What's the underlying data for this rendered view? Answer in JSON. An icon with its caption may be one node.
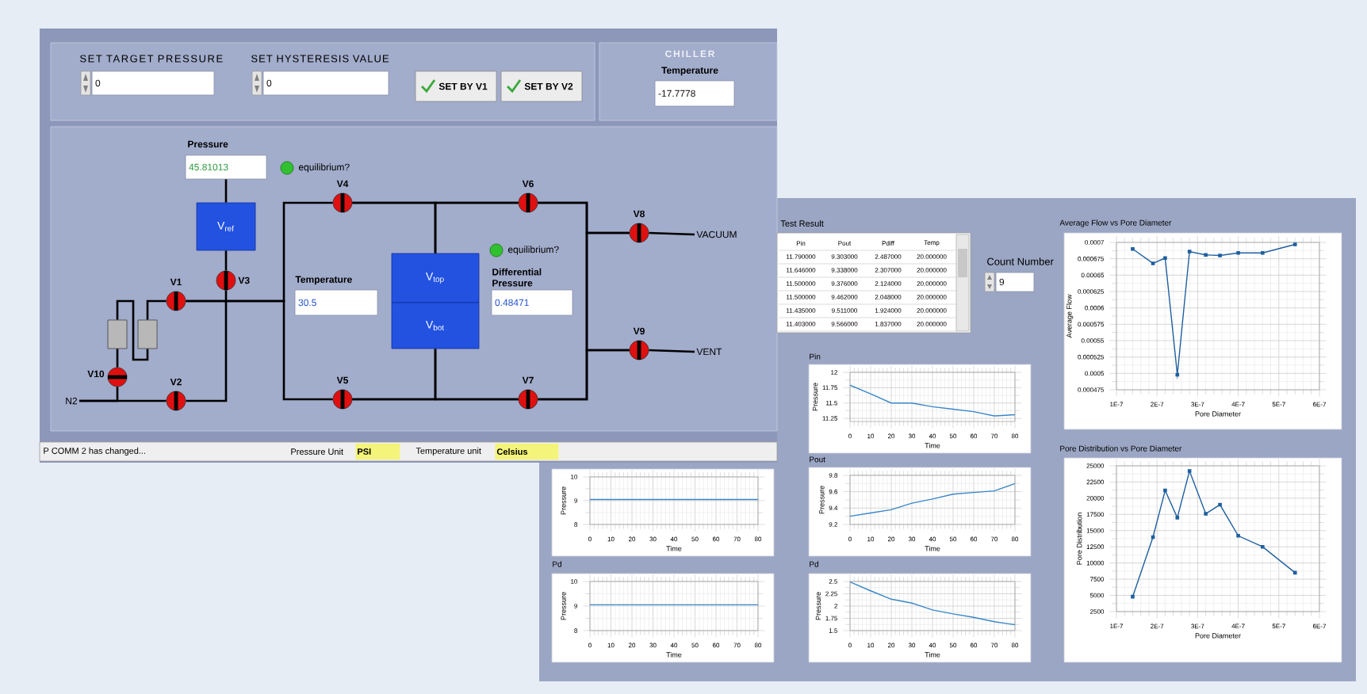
{
  "diagram": {
    "nodes": [
      {
        "text": [
          "SET TARGET PRESSURE",
          "0"
        ]
      },
      {
        "text": [
          "SET HYSTERESIS VALUE",
          "0"
        ]
      },
      {
        "text": [
          "SET BY V1"
        ]
      },
      {
        "text": [
          "SET BY V2"
        ]
      },
      {
        "text": [
          "CHILLER"
        ]
      },
      {
        "text": [
          "Temperature",
          "-17.7778"
        ],
        "in": 4
      },
      {
        "text": [
          "Pressure",
          "45.81013"
        ]
      },
      {
        "text": [
          "V$_{ref}$"
        ]
      },
      {
        "text": [],
        "shape": "circle",
        "beside": [
          "V1"
        ]
      },
      {
        "text": [],
        "shape": "circle",
        "beside": [
          "V2"
        ]
      },
      {
        "text": [],
        "shape": "circle",
        "beside": [
          "V3"
        ]
      },
      {
        "text": [],
        "shape": "circle",
        "beside": [
          "V4"
        ]
      },
      {
        "text": [],
        "shape": "circle",
        "beside": [
          "V5"
        ]
      },
      {
        "text": [],
        "shape": "circle",
        "beside": [
          "V6"
        ]
      },
      {
        "text": [],
        "shape": "circle",
        "beside": [
          "V7"
        ]
      },
      {
        "text": [],
        "shape": "circle",
        "beside": [
          "V8"
        ]
      },
      {
        "text": [],
        "shape": "circle",
        "beside": [
          "V9"
        ]
      },
      {
        "text": [],
        "shape": "circle",
        "beside": [
          "V10"
        ]
      },
      {
        "text": [
          "Temperature",
          "30.5"
        ]
      },
      {
        "text": [
          "V$_{top}$"
        ]
      },
      {
        "text": [
          "V$_{bot}$"
        ]
      },
      {
        "text": [
          "Differential Pressure",
          "0.48471"
        ]
      },
      {
        "text": [
          "VACUUM"
        ]
      },
      {
        "text": [
          "VENT"
        ]
      },
      {
        "text": [
          "N2"
        ]
      },
      {
        "text": [],
        "shape": "box"
      },
      {
        "text": [],
        "shape": "box"
      },
      {
        "text": [
          "Count Number",
          "9"
        ]
      }
    ],
    "edges": [
      {
        "from": 6,
        "to": 7,
        "arrow": "none"
      },
      {
        "from": 7,
        "to": 10,
        "arrow": "none"
      },
      {
        "from": 10,
        "to": 9,
        "arrow": "none"
      },
      {
        "from": 8,
        "to": 11,
        "arrow": "none"
      },
      {
        "from": 8,
        "to": 12,
        "arrow": "none"
      },
      {
        "from": 11,
        "to": 13,
        "arrow": "none"
      },
      {
        "from": 11,
        "to": 19,
        "arrow": "none"
      },
      {
        "from": 13,
        "to": 19,
        "arrow": "none"
      },
      {
        "from": 12,
        "to": 14,
        "arrow": "none"
      },
      {
        "from": 12,
        "to": 20,
        "arrow": "none"
      },
      {
        "from": 14,
        "to": 20,
        "arrow": "none"
      },
      {
        "from": 13,
        "to": 15,
        "arrow": "none"
      },
      {
        "from": 13,
        "to": 16,
        "arrow": "none"
      },
      {
        "from": 14,
        "to": 15,
        "arrow": "none"
      },
      {
        "from": 14,
        "to": 16,
        "arrow": "none"
      },
      {
        "from": 15,
        "to": 22,
        "arrow": "none"
      },
      {
        "from": 16,
        "to": 23,
        "arrow": "none"
      },
      {
        "from": 24,
        "to": 9,
        "arrow": "none"
      },
      {
        "from": 24,
        "to": 17,
        "arrow": "none"
      },
      {
        "from": 17,
        "to": 25,
        "arrow": "none"
      },
      {
        "from": 25,
        "to": 26,
        "arrow": "none"
      },
      {
        "from": 26,
        "to": 8,
        "arrow": "none"
      }
    ],
    "labels": [
      "equilibrium?",
      "equilibrium?",
      "P COMM 2 has changed...",
      "Pressure Unit",
      "PSI",
      "Temperature unit",
      "Celsius",
      "Test Result",
      "Pin",
      "Pout",
      "Pdiff",
      "Temp",
      "11.790000",
      "9.303000",
      "2.487000",
      "20.000000",
      "11.646000",
      "9.338000",
      "2.307000",
      "20.000000",
      "11.500000",
      "9.376000",
      "2.124000",
      "20.000000",
      "11.500000",
      "9.462000",
      "2.048000",
      "20.000000",
      "11.435000",
      "9.511000",
      "1.924000",
      "20.000000",
      "11.403000",
      "9.566000",
      "1.837000",
      "20.000000"
    ],
    "chart_data": [
      {
        "type": "line",
        "title": "Average Flow vs Pore Diameter",
        "xlabel": "Pore Diameter",
        "ylabel": "Average Flow",
        "x": [
          1.4e-07,
          1.9e-07,
          2.2e-07,
          2.5e-07,
          2.8e-07,
          3.2e-07,
          3.55e-07,
          4e-07,
          4.6e-07,
          5.4e-07
        ],
        "grid": true,
        "series": [
          {
            "color": "#1f5f9f",
            "marker": "square",
            "values": [
              0.00069,
              0.000668,
              0.000676,
              0.000498,
              0.000686,
              0.000681,
              0.00068,
              0.000684,
              0.000684,
              0.000697
            ]
          }
        ],
        "xlim": [
          1e-07,
          6e-07
        ],
        "ylim": [
          0.000475,
          0.0007
        ],
        "xticks": [
          {
            "value": 1e-07,
            "label": "1E-7"
          },
          {
            "value": 2e-07,
            "label": "2E-7"
          },
          {
            "value": 3e-07,
            "label": "3E-7"
          },
          {
            "value": 4e-07,
            "label": "4E-7"
          },
          {
            "value": 5e-07,
            "label": "5E-7"
          },
          {
            "value": 6e-07,
            "label": "6E-7"
          }
        ],
        "yticks": [
          0.000475,
          0.0005,
          0.000525,
          0.00055,
          0.000575,
          0.0006,
          0.000625,
          0.00065,
          0.000675,
          0.0007
        ]
      },
      {
        "type": "line",
        "title": "Pore Distribution vs Pore Diameter",
        "xlabel": "Pore Diameter",
        "ylabel": "Pore Distribution",
        "x": [
          1.4e-07,
          1.9e-07,
          2.2e-07,
          2.5e-07,
          2.8e-07,
          3.2e-07,
          3.55e-07,
          4e-07,
          4.6e-07,
          5.4e-07
        ],
        "grid": true,
        "series": [
          {
            "color": "#1f5f9f",
            "marker": "square",
            "values": [
              4800,
              14000,
              21200,
              17000,
              24200,
              17600,
              19000,
              14200,
              12500,
              8500
            ]
          }
        ],
        "xlim": [
          1e-07,
          6e-07
        ],
        "ylim": [
          2500,
          25000
        ],
        "xticks": [
          {
            "value": 1e-07,
            "label": "1E-7"
          },
          {
            "value": 2e-07,
            "label": "2E-7"
          },
          {
            "value": 3e-07,
            "label": "3E-7"
          },
          {
            "value": 4e-07,
            "label": "4E-7"
          },
          {
            "value": 5e-07,
            "label": "5E-7"
          },
          {
            "value": 6e-07,
            "label": "6E-7"
          }
        ],
        "yticks": [
          2500,
          5000,
          7500,
          10000,
          12500,
          15000,
          17500,
          20000,
          22500,
          25000
        ]
      },
      {
        "type": "line",
        "title": "Pin",
        "xlabel": "Time",
        "ylabel": "Pressure",
        "x": [
          0,
          10,
          20,
          30,
          40,
          50,
          60,
          70,
          80
        ],
        "grid": true,
        "series": [
          {
            "color": "#3a86c8",
            "values": [
              11.79,
              11.65,
              11.5,
              11.5,
              11.44,
              11.4,
              11.36,
              11.29,
              11.31
            ]
          }
        ],
        "xlim": [
          0,
          80
        ],
        "ylim": [
          11.2,
          12
        ],
        "xticks": [
          0,
          10,
          20,
          30,
          40,
          50,
          60,
          70,
          80
        ],
        "yticks": [
          11.25,
          11.5,
          11.75,
          12
        ]
      },
      {
        "type": "line",
        "title": "Pout",
        "xlabel": "Time",
        "ylabel": "Pressure",
        "x": [
          0,
          10,
          20,
          30,
          40,
          50,
          60,
          70,
          80
        ],
        "grid": true,
        "series": [
          {
            "color": "#3a86c8",
            "values": [
              9.3,
              9.34,
              9.38,
              9.46,
              9.51,
              9.57,
              9.59,
              9.61,
              9.7
            ]
          }
        ],
        "xlim": [
          0,
          80
        ],
        "ylim": [
          9.2,
          9.8
        ],
        "xticks": [
          0,
          10,
          20,
          30,
          40,
          50,
          60,
          70,
          80
        ],
        "yticks": [
          9.2,
          9.4,
          9.6,
          9.8
        ]
      },
      {
        "type": "line",
        "title": "Pd",
        "xlabel": "Time",
        "ylabel": "Pressure",
        "x": [
          0,
          10,
          20,
          30,
          40,
          50,
          60,
          70,
          80
        ],
        "grid": true,
        "series": [
          {
            "color": "#3a86c8",
            "values": [
              2.49,
              2.31,
              2.14,
              2.06,
              1.92,
              1.84,
              1.77,
              1.68,
              1.62
            ]
          }
        ],
        "xlim": [
          0,
          80
        ],
        "ylim": [
          1.5,
          2.5
        ],
        "xticks": [
          0,
          10,
          20,
          30,
          40,
          50,
          60,
          70,
          80
        ],
        "yticks": [
          1.5,
          1.75,
          2,
          2.25,
          2.5
        ]
      },
      {
        "type": "line",
        "xlabel": "Time",
        "ylabel": "Pressure",
        "x": [
          0,
          10,
          20,
          30,
          40,
          50,
          60,
          70,
          80
        ],
        "grid": true,
        "series": [
          {
            "color": "#3a86c8",
            "values": [
              9.05,
              9.05,
              9.05,
              9.05,
              9.05,
              9.05,
              9.05,
              9.05,
              9.05
            ]
          }
        ],
        "xlim": [
          0,
          80
        ],
        "ylim": [
          8,
          10
        ],
        "xticks": [
          0,
          10,
          20,
          30,
          40,
          50,
          60,
          70,
          80
        ],
        "yticks": [
          8,
          9,
          10
        ]
      },
      {
        "type": "line",
        "title": "Pd",
        "xlabel": "Time",
        "ylabel": "Pressure",
        "x": [
          0,
          10,
          20,
          30,
          40,
          50,
          60,
          70,
          80
        ],
        "grid": true,
        "series": [
          {
            "color": "#3a86c8",
            "values": [
              9.05,
              9.05,
              9.05,
              9.05,
              9.05,
              9.05,
              9.05,
              9.05,
              9.05
            ]
          }
        ],
        "xlim": [
          0,
          80
        ],
        "ylim": [
          8,
          10
        ],
        "xticks": [
          0,
          10,
          20,
          30,
          40,
          50,
          60,
          70,
          80
        ],
        "yticks": [
          8,
          9,
          10
        ]
      }
    ]
  }
}
